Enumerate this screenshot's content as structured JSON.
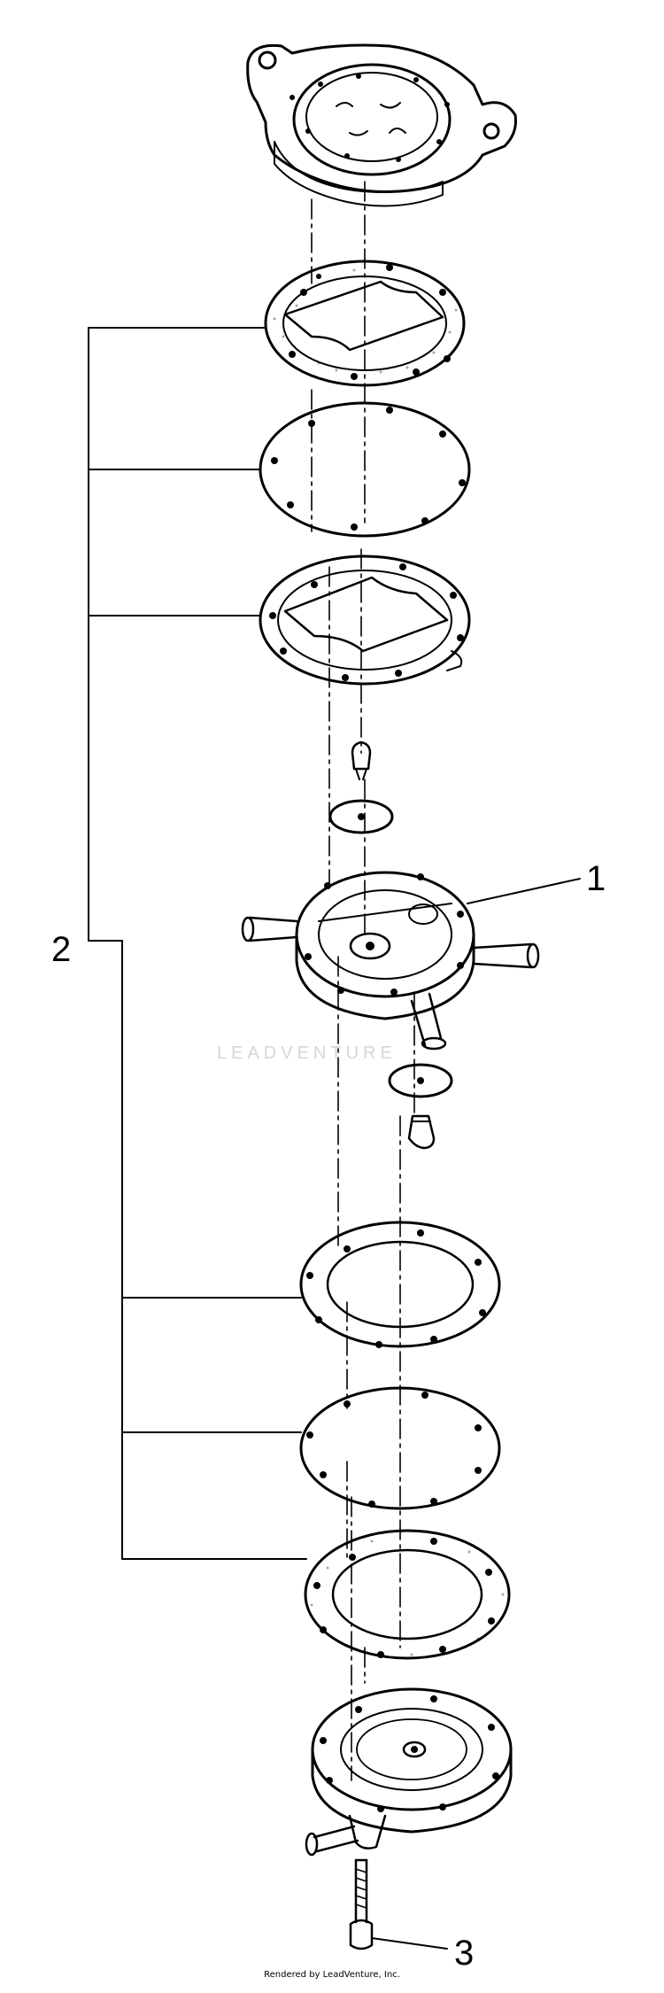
{
  "callouts": {
    "part1": "1",
    "part2": "2",
    "part3": "3"
  },
  "watermark": "LEADVENTURE",
  "credit": "Rendered by LeadVenture, Inc.",
  "parts": [
    {
      "id": "top-cover",
      "label": ""
    },
    {
      "id": "gasket-upper",
      "label": ""
    },
    {
      "id": "diaphragm-upper",
      "label": ""
    },
    {
      "id": "gasket-upper-2",
      "label": ""
    },
    {
      "id": "check-valve-upper",
      "label": ""
    },
    {
      "id": "pump-body",
      "callout": "1"
    },
    {
      "id": "check-valve-lower",
      "label": ""
    },
    {
      "id": "gasket-lower",
      "label": ""
    },
    {
      "id": "diaphragm-lower",
      "label": ""
    },
    {
      "id": "gasket-lower-2",
      "label": ""
    },
    {
      "id": "bottom-cover",
      "label": ""
    },
    {
      "id": "screw",
      "callout": "3"
    }
  ],
  "colors": {
    "line": "#000000",
    "background": "#ffffff",
    "watermark": "#d6d6d6"
  }
}
